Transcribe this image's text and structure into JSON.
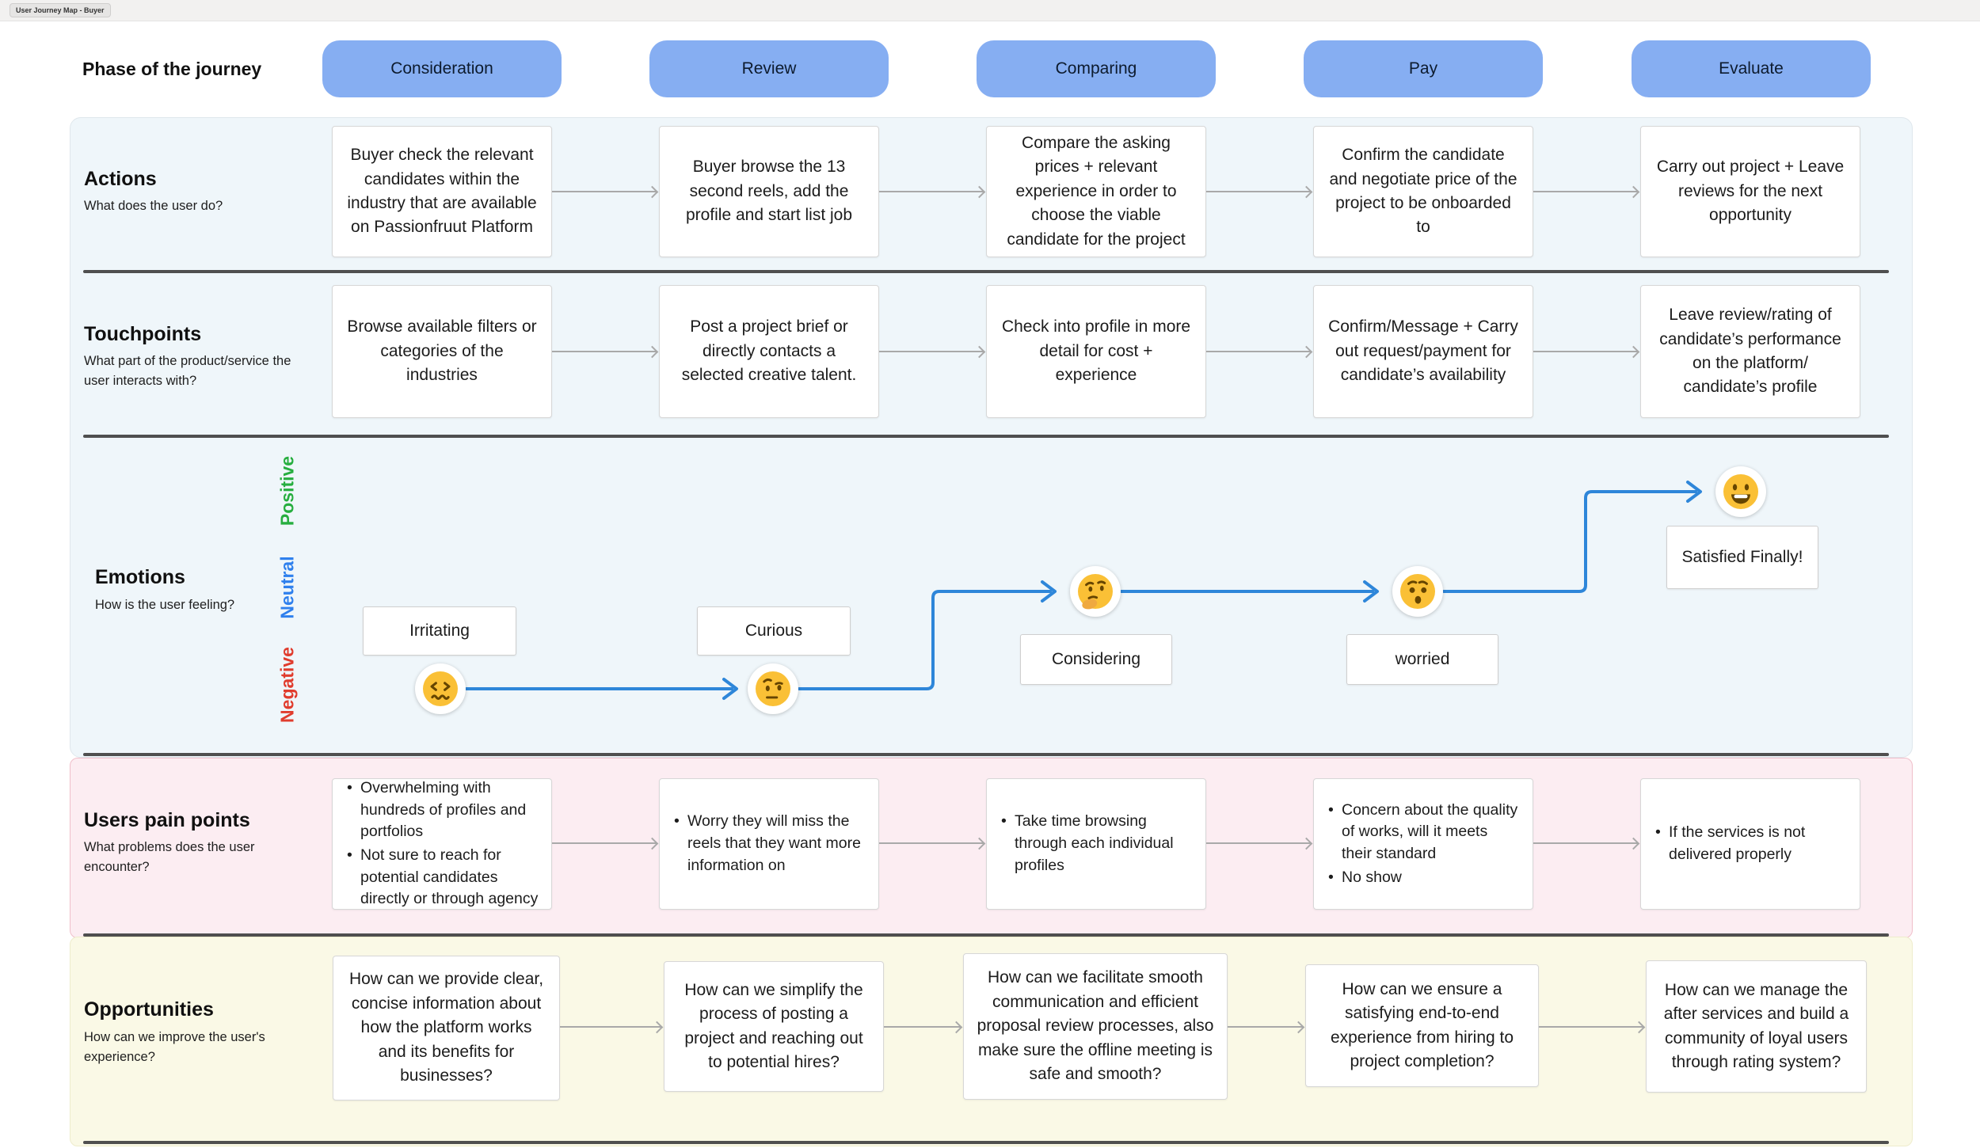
{
  "window": {
    "tab_title": "User Journey Map - Buyer"
  },
  "header": {
    "label": "Phase of the journey",
    "phases": [
      "Consideration",
      "Review",
      "Comparing",
      "Pay",
      "Evaluate"
    ]
  },
  "rows": {
    "actions": {
      "title": "Actions",
      "subtitle": "What does the user do?",
      "cards": [
        "Buyer check the relevant candidates within the industry that are available on Passionfruut Platform",
        "Buyer browse the 13 second reels, add the profile and start list job",
        "Compare the asking prices + relevant experience in order to choose the viable candidate for the project",
        "Confirm the candidate and negotiate price of the project to be onboarded to",
        "Carry out project + Leave reviews for the next opportunity"
      ]
    },
    "touchpoints": {
      "title": "Touchpoints",
      "subtitle": "What part of the product/service the user interacts with?",
      "cards": [
        "Browse available filters or categories of the industries",
        "Post a project brief or directly contacts a selected creative talent.",
        "Check into profile in more detail for cost + experience",
        "Confirm/Message + Carry out request/payment for candidate’s availability",
        "Leave review/rating of candidate’s performance on the platform/ candidate’s profile"
      ]
    },
    "emotions": {
      "title": "Emotions",
      "subtitle": "How is the user feeling?",
      "axis": {
        "positive": "Positive",
        "neutral": "Neutral",
        "negative": "Negative"
      },
      "axis_colors": {
        "positive": "#27ae3f",
        "neutral": "#2f80ed",
        "negative": "#e03c2d"
      },
      "points": [
        {
          "label": "Irritating",
          "emoji": "confounded-face",
          "level": "negative"
        },
        {
          "label": "Curious",
          "emoji": "raised-eyebrow-face",
          "level": "negative"
        },
        {
          "label": "Considering",
          "emoji": "thinking-face",
          "level": "neutral"
        },
        {
          "label": "worried",
          "emoji": "hushed-face",
          "level": "neutral"
        },
        {
          "label": "Satisfied Finally!",
          "emoji": "grinning-face",
          "level": "positive"
        }
      ]
    },
    "pain_points": {
      "title": "Users pain points",
      "subtitle": "What problems does the user encounter?",
      "cards": [
        [
          "Overwhelming with hundreds of profiles and portfolios",
          "Not sure to reach for potential candidates directly or through agency"
        ],
        [
          "Worry they will miss the reels that they want more information on"
        ],
        [
          "Take time browsing through each individual profiles"
        ],
        [
          "Concern about the quality of works, will it meets their standard",
          "No show"
        ],
        [
          "If the services is not delivered properly"
        ]
      ]
    },
    "opportunities": {
      "title": "Opportunities",
      "subtitle": "How can we improve the user's experience?",
      "cards": [
        "How can we provide clear, concise information about how the platform works and its benefits for businesses?",
        "How can we simplify the process of posting a project and reaching out to potential hires?",
        "How can we facilitate smooth communication and efficient proposal review processes, also make sure the offline meeting is safe and smooth?",
        "How can we ensure a satisfying end-to-end experience from hiring to project completion?",
        "How can we manage the after services and build a community of loyal users through rating system?"
      ]
    }
  },
  "colors": {
    "phase_pill": "#86aef2",
    "panel_main_bg": "#eff6fa",
    "panel_pain_bg": "#fcedf2",
    "panel_opp_bg": "#faf9e6",
    "emotion_line": "#2e86d9",
    "divider": "#4f4f4f"
  }
}
